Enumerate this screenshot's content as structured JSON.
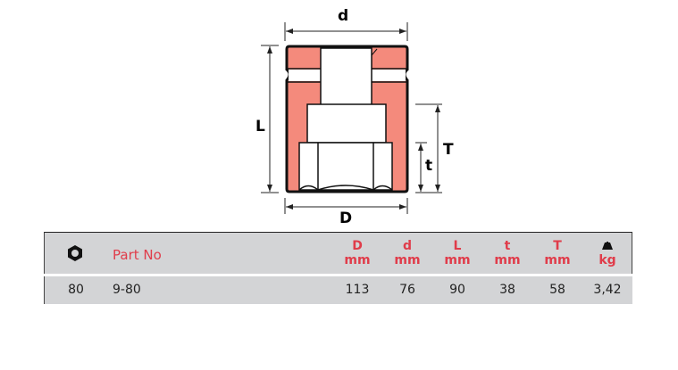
{
  "drawing": {
    "labels": {
      "d": "d",
      "L": "L",
      "T": "T",
      "t": "t",
      "D": "D"
    },
    "fill_color": "#f48a7c",
    "outline_color": "#111111"
  },
  "table": {
    "header": {
      "icon": "hex-nut-icon",
      "part_no": "Part No",
      "columns": [
        {
          "name": "D",
          "unit": "mm"
        },
        {
          "name": "d",
          "unit": "mm"
        },
        {
          "name": "L",
          "unit": "mm"
        },
        {
          "name": "t",
          "unit": "mm"
        },
        {
          "name": "T",
          "unit": "mm"
        },
        {
          "name": "weight-icon",
          "unit": "kg"
        }
      ]
    },
    "rows": [
      {
        "size": "80",
        "part_no": "9-80",
        "D": "113",
        "d": "76",
        "L": "90",
        "t": "38",
        "T": "58",
        "kg": "3,42"
      }
    ],
    "accent_color": "#e03c4a",
    "row_bg": "#d3d4d6"
  }
}
